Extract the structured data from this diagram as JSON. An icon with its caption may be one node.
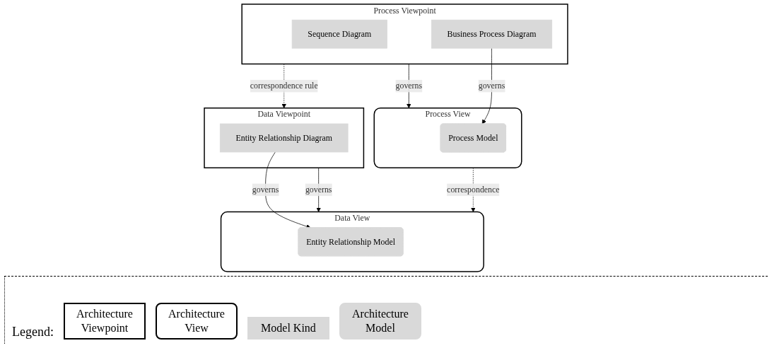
{
  "diagram": {
    "nodes": [
      {
        "text": [
          "Data Viewpoint"
        ]
      },
      {
        "text": [
          "Entity Relationship Diagram"
        ],
        "in": 0
      },
      {
        "text": [
          "Process Viewpoint"
        ]
      },
      {
        "text": [
          "Sequence Diagram"
        ],
        "in": 2
      },
      {
        "text": [
          "Business Process Diagram"
        ],
        "in": 2
      },
      {
        "text": [
          "Data View"
        ]
      },
      {
        "text": [
          "Entity Relationship Model"
        ],
        "in": 5
      },
      {
        "text": [
          "Process View"
        ]
      },
      {
        "text": [
          "Process Model"
        ],
        "in": 7
      }
    ],
    "edges": [
      {
        "from": 2,
        "to": 0,
        "arrow": "to",
        "label": "correspondence rule",
        "style": "dashed"
      },
      {
        "from": 1,
        "to": 6,
        "arrow": "to",
        "label": "governs"
      },
      {
        "from": 0,
        "to": 5,
        "arrow": "to",
        "label": "governs"
      },
      {
        "from": 4,
        "to": 8,
        "arrow": "to",
        "label": "governs"
      },
      {
        "from": 2,
        "to": 7,
        "arrow": "to",
        "label": "governs"
      },
      {
        "from": 7,
        "to": 5,
        "arrow": "to",
        "label": "correspondence",
        "style": "dashed"
      }
    ],
    "labels": [
      "Legend:"
    ],
    "legend": [
      {
        "text": "Architecture Viewpoint"
      },
      {
        "text": "Architecture View"
      },
      {
        "text": "Model Kind"
      },
      {
        "text": "Architecture Model"
      }
    ]
  }
}
